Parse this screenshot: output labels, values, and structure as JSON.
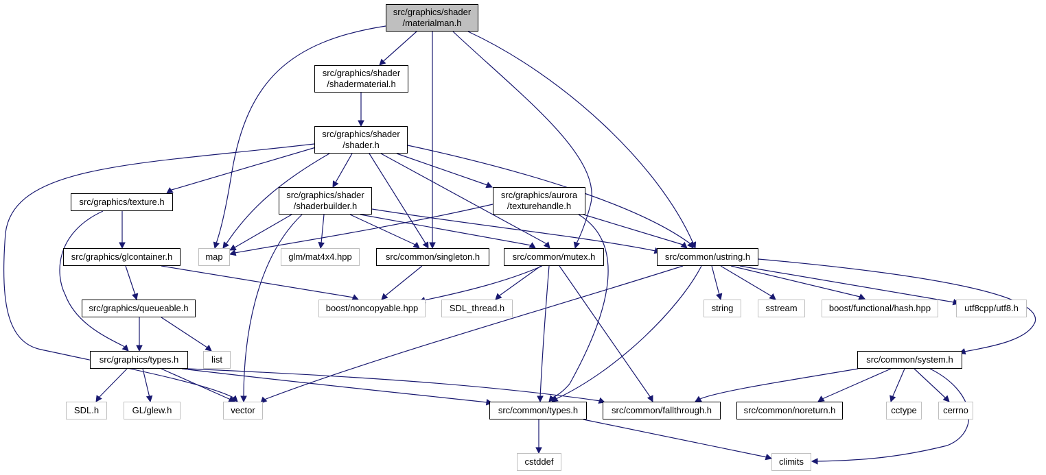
{
  "nodes": {
    "materialman": {
      "label": [
        "src/graphics/shader",
        "/materialman.h"
      ],
      "kind": "root"
    },
    "shadermaterial": {
      "label": [
        "src/graphics/shader",
        "/shadermaterial.h"
      ],
      "kind": "local"
    },
    "shader": {
      "label": [
        "src/graphics/shader",
        "/shader.h"
      ],
      "kind": "local"
    },
    "texture": {
      "label": [
        "src/graphics/texture.h"
      ],
      "kind": "local"
    },
    "shaderbuilder": {
      "label": [
        "src/graphics/shader",
        "/shaderbuilder.h"
      ],
      "kind": "local"
    },
    "texturehandle": {
      "label": [
        "src/graphics/aurora",
        "/texturehandle.h"
      ],
      "kind": "local"
    },
    "glcontainer": {
      "label": [
        "src/graphics/glcontainer.h"
      ],
      "kind": "local"
    },
    "map": {
      "label": [
        "map"
      ],
      "kind": "sys"
    },
    "glm": {
      "label": [
        "glm/mat4x4.hpp"
      ],
      "kind": "sys"
    },
    "singleton": {
      "label": [
        "src/common/singleton.h"
      ],
      "kind": "local"
    },
    "mutex": {
      "label": [
        "src/common/mutex.h"
      ],
      "kind": "local"
    },
    "ustring": {
      "label": [
        "src/common/ustring.h"
      ],
      "kind": "local"
    },
    "queueable": {
      "label": [
        "src/graphics/queueable.h"
      ],
      "kind": "local"
    },
    "noncopyable": {
      "label": [
        "boost/noncopyable.hpp"
      ],
      "kind": "sys"
    },
    "sdlthread": {
      "label": [
        "SDL_thread.h"
      ],
      "kind": "sys"
    },
    "string": {
      "label": [
        "string"
      ],
      "kind": "sys"
    },
    "sstream": {
      "label": [
        "sstream"
      ],
      "kind": "sys"
    },
    "hash": {
      "label": [
        "boost/functional/hash.hpp"
      ],
      "kind": "sys"
    },
    "utf8": {
      "label": [
        "utf8cpp/utf8.h"
      ],
      "kind": "sys"
    },
    "gtypes": {
      "label": [
        "src/graphics/types.h"
      ],
      "kind": "local"
    },
    "list": {
      "label": [
        "list"
      ],
      "kind": "sys"
    },
    "system": {
      "label": [
        "src/common/system.h"
      ],
      "kind": "local"
    },
    "sdl": {
      "label": [
        "SDL.h"
      ],
      "kind": "sys"
    },
    "glew": {
      "label": [
        "GL/glew.h"
      ],
      "kind": "sys"
    },
    "vector": {
      "label": [
        "vector"
      ],
      "kind": "sys"
    },
    "ctypes": {
      "label": [
        "src/common/types.h"
      ],
      "kind": "local"
    },
    "fallthrough": {
      "label": [
        "src/common/fallthrough.h"
      ],
      "kind": "local"
    },
    "noreturn": {
      "label": [
        "src/common/noreturn.h"
      ],
      "kind": "local"
    },
    "cctype": {
      "label": [
        "cctype"
      ],
      "kind": "sys"
    },
    "cerrno": {
      "label": [
        "cerrno"
      ],
      "kind": "sys"
    },
    "cstddef": {
      "label": [
        "cstddef"
      ],
      "kind": "sys"
    },
    "climits": {
      "label": [
        "climits"
      ],
      "kind": "sys"
    }
  },
  "colors": {
    "edge": "#191970",
    "node_border": "#000000",
    "sys_border": "#bfbfbf",
    "root_fill": "#bfbfbf"
  }
}
